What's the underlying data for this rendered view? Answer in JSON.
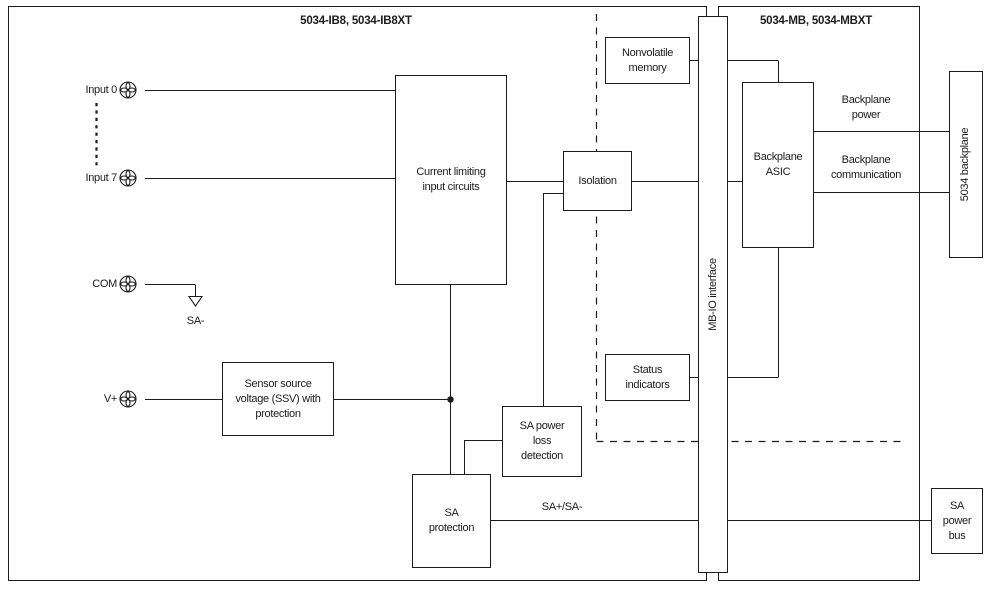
{
  "header": {
    "left": "5034-IB8, 5034-IB8XT",
    "right": "5034-MB, 5034-MBXT"
  },
  "terminals": [
    {
      "id": "input0",
      "label": "Input 0"
    },
    {
      "id": "input7",
      "label": "Input 7"
    },
    {
      "id": "com",
      "label": "COM"
    },
    {
      "id": "vplus",
      "label": "V+"
    }
  ],
  "blocks": {
    "current_limiting": [
      "Current limiting",
      "input circuits"
    ],
    "isolation": "Isolation",
    "nonvolatile_memory": [
      "Nonvolatile",
      "memory"
    ],
    "mb_io_interface": "MB-IO interface",
    "backplane_asic": [
      "Backplane",
      "ASIC"
    ],
    "status_indicators": [
      "Status",
      "indicators"
    ],
    "sensor_source_voltage": [
      "Sensor source",
      "voltage (SSV) with",
      "protection"
    ],
    "sa_power_loss": [
      "SA power",
      "loss",
      "detection"
    ],
    "sa_protection": [
      "SA",
      "protection"
    ],
    "backplane_5034": "5034 backplane",
    "sa_power_bus": [
      "SA",
      "power",
      "bus"
    ]
  },
  "wire_labels": {
    "backplane_power": [
      "Backplane",
      "power"
    ],
    "backplane_communication": [
      "Backplane",
      "communication"
    ],
    "sa_bus": "SA+/SA-",
    "sa_minus": "SA-"
  },
  "icons": {
    "terminal": "screw-terminal-icon",
    "ground": "ground-arrow-icon",
    "junction": "junction-dot"
  },
  "colors": {
    "line": "#1c1c1c",
    "text": "#1c1c1c",
    "background": "#ffffff"
  }
}
